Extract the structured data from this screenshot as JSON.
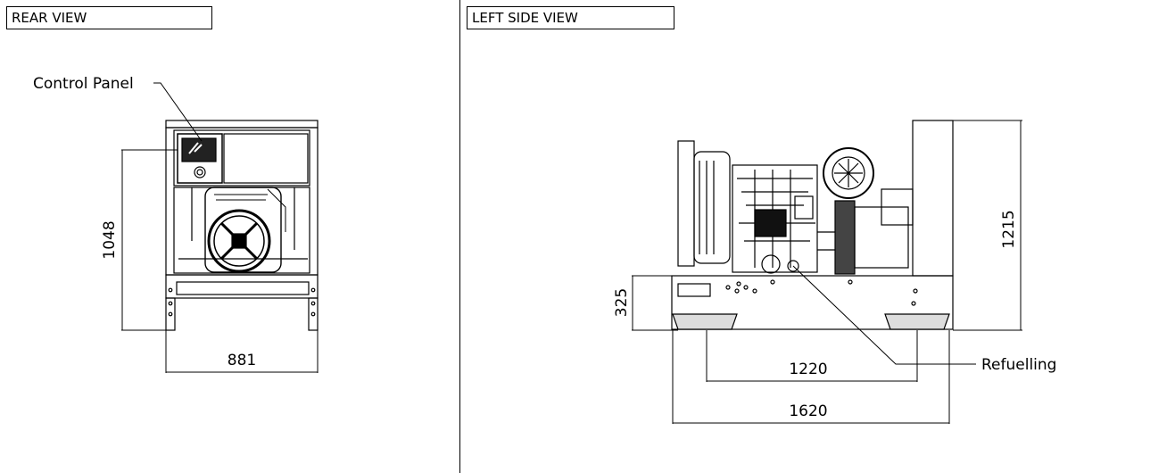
{
  "rear_view": {
    "title": "REAR VIEW",
    "callout_control_panel": "Control Panel",
    "dim_height": "1048",
    "dim_width": "881"
  },
  "left_side_view": {
    "title": "LEFT SIDE VIEW",
    "callout_refuelling": "Refuelling",
    "dim_height_total": "1215",
    "dim_height_base": "325",
    "dim_skid_spacing": "1220",
    "dim_length": "1620"
  }
}
